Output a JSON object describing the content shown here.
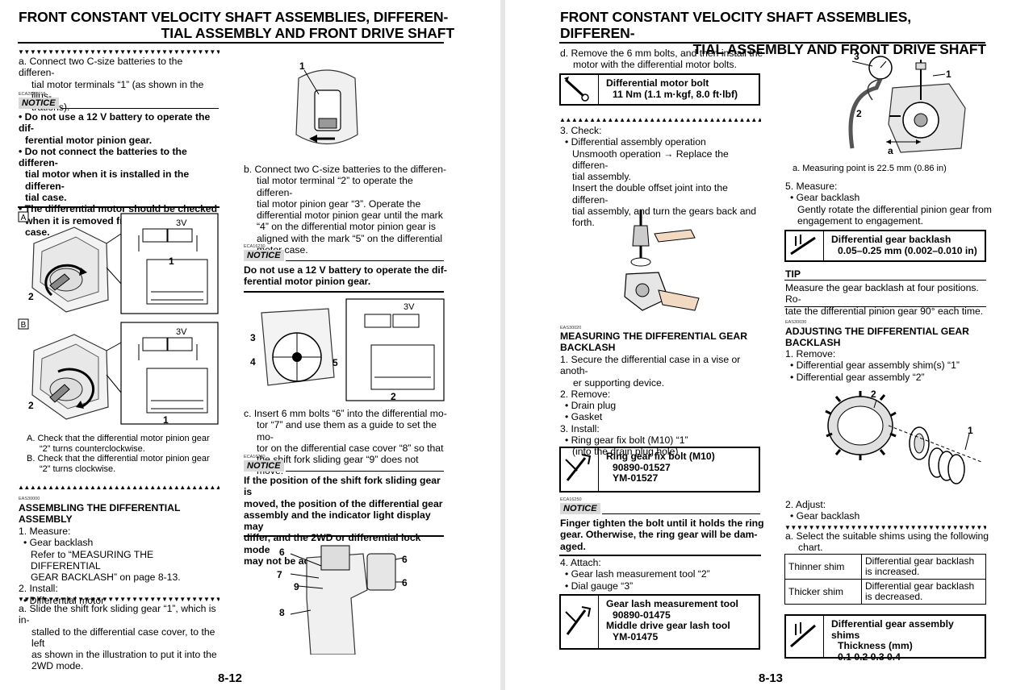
{
  "left": {
    "heading_line1": "FRONT CONSTANT VELOCITY SHAFT ASSEMBLIES, DIFFEREN-",
    "heading_line2": "TIAL ASSEMBLY AND FRONT DRIVE SHAFT",
    "step_a": [
      "a. Connect two C-size batteries to the differen-",
      "tial motor terminals “1” (as shown in the illus-",
      "trations)."
    ],
    "code1": "ECA28P1018",
    "notice_label": "NOTICE",
    "notice1": [
      "• Do not use a 12 V battery to operate the dif-",
      "ferential motor pinion gear.",
      "• Do not connect the batteries to the differen-",
      "tial motor when it is installed in the differen-",
      "tial case.",
      "• The differential motor should be checked",
      "when it is removed from the differential",
      "case."
    ],
    "fig_label_a": "A",
    "fig_label_b": "B",
    "fig_3v": "3V",
    "callout_1": "1",
    "callout_2": "2",
    "caption_a": [
      "A. Check that the differential motor pinion gear",
      "“2” turns counterclockwise."
    ],
    "caption_b": [
      "B. Check that the differential motor pinion gear",
      "“2” turns clockwise."
    ],
    "code2": "EAS30000",
    "section_title": [
      "ASSEMBLING THE DIFFERENTIAL",
      "ASSEMBLY"
    ],
    "assembling": [
      "1. Measure:",
      "• Gear backlash",
      "Refer to “MEASURING THE DIFFERENTIAL",
      "GEAR BACKLASH” on page 8-13.",
      "2. Install:",
      "• Differential motor"
    ],
    "slide": [
      "a. Slide the shift fork sliding gear “1”, which is in-",
      "stalled to the differential case cover, to the left",
      "as shown in the illustration to put it into the",
      "2WD mode."
    ],
    "step_b": [
      "b. Connect two C-size batteries to the differen-",
      "tial motor terminal “2” to operate the differen-",
      "tial motor pinion gear “3”. Operate the",
      "differential motor pinion gear until the mark",
      "“4” on the differential motor pinion gear is",
      "aligned with the mark “5” on the differential",
      "motor case."
    ],
    "code3": "ECA16230",
    "notice2": [
      "Do not use a 12 V battery to operate the dif-",
      "ferential motor pinion gear."
    ],
    "fig2_callouts": {
      "c3": "3",
      "c4": "4",
      "c5": "5",
      "c2": "2",
      "v": "3V"
    },
    "step_c": [
      "c. Insert 6 mm bolts “6” into the differential mo-",
      "tor “7” and use them as a guide to set the mo-",
      "tor on the differential case cover “8” so that",
      "the shift fork sliding gear “9” does not move."
    ],
    "code4": "ECA16240",
    "notice3": [
      "If the position of the shift fork sliding gear is",
      "moved, the position of the differential gear",
      "assembly and the indicator light display may",
      "differ, and the 2WD or differential lock mode",
      "may not be activated."
    ],
    "fig3_callouts": {
      "c6a": "6",
      "c7": "7",
      "c9": "9",
      "c8": "8",
      "c6b": "6",
      "c6c": "6"
    },
    "page_number": "8-12"
  },
  "right": {
    "heading_line1": "FRONT CONSTANT VELOCITY SHAFT ASSEMBLIES, DIFFEREN-",
    "heading_line2": "TIAL ASSEMBLY AND FRONT DRIVE SHAFT",
    "step_d": [
      "d. Remove the 6 mm bolts, and then install the",
      "motor with the differential motor bolts."
    ],
    "spec1": [
      "Differential motor bolt",
      "11 Nm (1.1 m·kgf, 8.0 ft·lbf)"
    ],
    "check": [
      "3. Check:",
      "• Differential assembly operation",
      "Unsmooth operation → Replace the differen-",
      "tial assembly.",
      "Insert the double offset joint into the differen-",
      "tial assembly, and turn the gears back and",
      "forth."
    ],
    "code1": "EAS30020",
    "measure_title": [
      "MEASURING THE DIFFERENTIAL GEAR",
      "BACKLASH"
    ],
    "measure_steps": [
      "1. Secure the differential case in a vise or anoth-",
      "er supporting device.",
      "2. Remove:",
      "• Drain plug",
      "• Gasket",
      "3. Install:",
      "• Ring gear fix bolt (M10) “1”",
      "(into the drain plug hole)"
    ],
    "spec2": [
      "Ring gear fix bolt (M10)",
      "90890-01527",
      "YM-01527"
    ],
    "code2": "ECA16250",
    "notice_label": "NOTICE",
    "notice": [
      "Finger tighten the bolt until it holds the ring",
      "gear. Otherwise, the ring gear will be dam-",
      "aged."
    ],
    "attach": [
      "4. Attach:",
      "• Gear lash measurement tool “2”",
      "• Dial gauge “3”"
    ],
    "spec3": [
      "Gear lash measurement tool",
      "90890-01475",
      "Middle drive gear lash tool",
      "YM-01475"
    ],
    "gauge_callouts": {
      "c1": "1",
      "c2": "2",
      "c3": "3",
      "a": "a"
    },
    "measuring_point": "a. Measuring point is 22.5 mm (0.86 in)",
    "measure5": [
      "5. Measure:",
      "• Gear backlash",
      "Gently rotate the differential pinion gear from",
      "engagement to engagement."
    ],
    "spec4": [
      "Differential gear backlash",
      "0.05–0.25 mm (0.002–0.010 in)"
    ],
    "tip_label": "TIP",
    "tip": [
      "Measure the gear backlash at four positions. Ro-",
      "tate the differential pinion gear 90° each time."
    ],
    "code3": "EAS30030",
    "adjust_title": [
      "ADJUSTING THE DIFFERENTIAL GEAR",
      "BACKLASH"
    ],
    "adjust_steps": [
      "1. Remove:",
      "• Differential gear assembly shim(s) “1”",
      "• Differential gear assembly “2”"
    ],
    "gear_callouts": {
      "c1": "1",
      "c2": "2"
    },
    "adjust2": [
      "2. Adjust:",
      "• Gear backlash"
    ],
    "select": [
      "a. Select the suitable shims using the following",
      "chart."
    ],
    "shim_table": [
      [
        "Thinner shim",
        "Differential gear backlash is increased."
      ],
      [
        "Thicker shim",
        "Differential gear backlash is decreased."
      ]
    ],
    "spec5": [
      "Differential gear assembly shims",
      "Thickness (mm)",
      "0.1 0.2 0.3 0.4"
    ],
    "page_number": "8-13"
  }
}
